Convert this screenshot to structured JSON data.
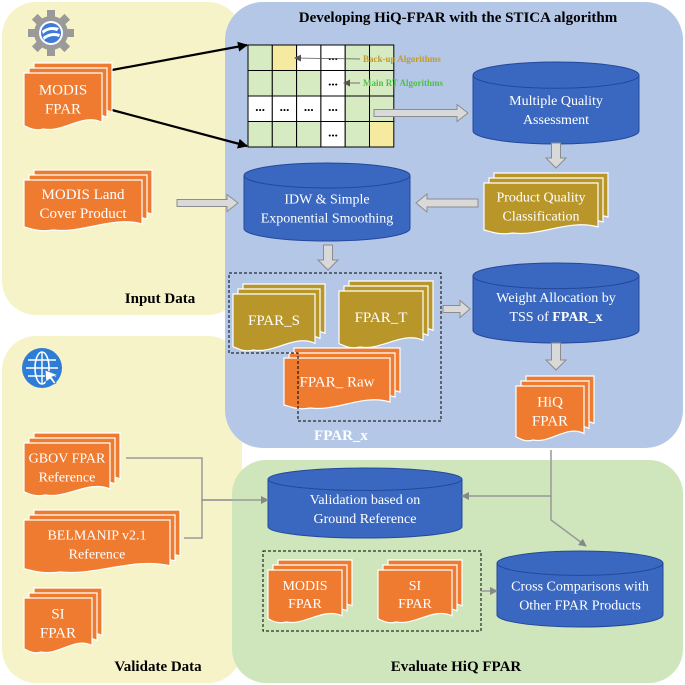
{
  "title": "Developing HiQ-FPAR with the STICA algorithm",
  "panels": {
    "input": "Input Data",
    "validate": "Validate Data",
    "evaluate": "Evaluate HiQ FPAR"
  },
  "grid_legend": {
    "backup": "Back-up  Algorithms",
    "main": "Main RT Algorithms"
  },
  "grid_ellipsis": "...",
  "docs": {
    "modis_fpar": [
      "MODIS",
      "FPAR"
    ],
    "land_cover": [
      "MODIS Land",
      "Cover Product"
    ],
    "quality_class": [
      "Product Quality",
      "Classification"
    ],
    "fpar_s": "FPAR_S",
    "fpar_t": "FPAR_T",
    "fpar_raw": "FPAR_ Raw",
    "hiq_fpar": [
      "HiQ",
      "FPAR"
    ],
    "gbov": [
      "GBOV FPAR",
      "Reference"
    ],
    "belmanip": [
      "BELMANIP v2.1",
      "Reference"
    ],
    "si_fpar": [
      "SI",
      "FPAR"
    ],
    "eval_modis": [
      "MODIS",
      "FPAR"
    ],
    "eval_si": [
      "SI",
      "FPAR"
    ]
  },
  "cylinders": {
    "mqa": [
      "Multiple Quality",
      "Assessment"
    ],
    "idw": [
      "IDW & Simple",
      "Exponential Smoothing"
    ],
    "weight": [
      "Weight Allocation by",
      "TSS of",
      "FPAR_x"
    ],
    "validation": [
      "Validation based on",
      "Ground Reference"
    ],
    "cross": [
      "Cross Comparisons with",
      "Other FPAR Products"
    ]
  },
  "fparx_label": "FPAR_x",
  "colors": {
    "input_bg": "#f7f3c8",
    "blue_bg": "#b4c7e7",
    "green_bg": "#cfe6bd",
    "orange": "#ee7b30",
    "gold": "#b8962a",
    "cylinder": "#3a68c0",
    "cell_green": "#d7ebc3",
    "cell_yellow": "#f6e9a0"
  },
  "icons": [
    "earth-engine-gear-icon",
    "globe-cursor-icon"
  ]
}
